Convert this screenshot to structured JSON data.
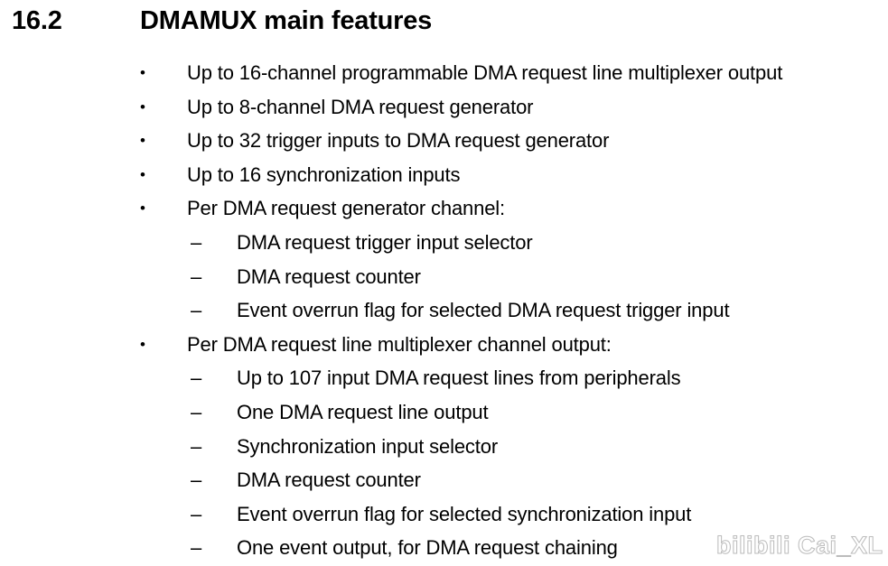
{
  "heading": {
    "number": "16.2",
    "title": "DMAMUX main features"
  },
  "markers": {
    "bullet": "•",
    "dash": "–"
  },
  "features": [
    {
      "level": 1,
      "text": "Up to 16-channel programmable DMA request line multiplexer output"
    },
    {
      "level": 1,
      "text": "Up to 8-channel DMA request generator"
    },
    {
      "level": 1,
      "text": "Up to 32 trigger inputs to DMA request generator"
    },
    {
      "level": 1,
      "text": "Up to 16 synchronization inputs"
    },
    {
      "level": 1,
      "text": "Per DMA request generator channel:"
    },
    {
      "level": 2,
      "text": "DMA request trigger input selector"
    },
    {
      "level": 2,
      "text": "DMA request counter"
    },
    {
      "level": 2,
      "text": "Event overrun flag for selected DMA request trigger input"
    },
    {
      "level": 1,
      "text": "Per DMA request line multiplexer channel output:"
    },
    {
      "level": 2,
      "text": "Up to 107 input DMA request lines from peripherals"
    },
    {
      "level": 2,
      "text": "One DMA request line output"
    },
    {
      "level": 2,
      "text": "Synchronization input selector"
    },
    {
      "level": 2,
      "text": "DMA request counter"
    },
    {
      "level": 2,
      "text": "Event overrun flag for selected synchronization input"
    },
    {
      "level": 2,
      "text": "One event output, for DMA request chaining"
    }
  ],
  "watermark": {
    "text": "bilibili Cai_XL"
  },
  "colors": {
    "page_background": "#ffffff",
    "text": "#000000",
    "watermark_outline": "#b9b9b9"
  }
}
